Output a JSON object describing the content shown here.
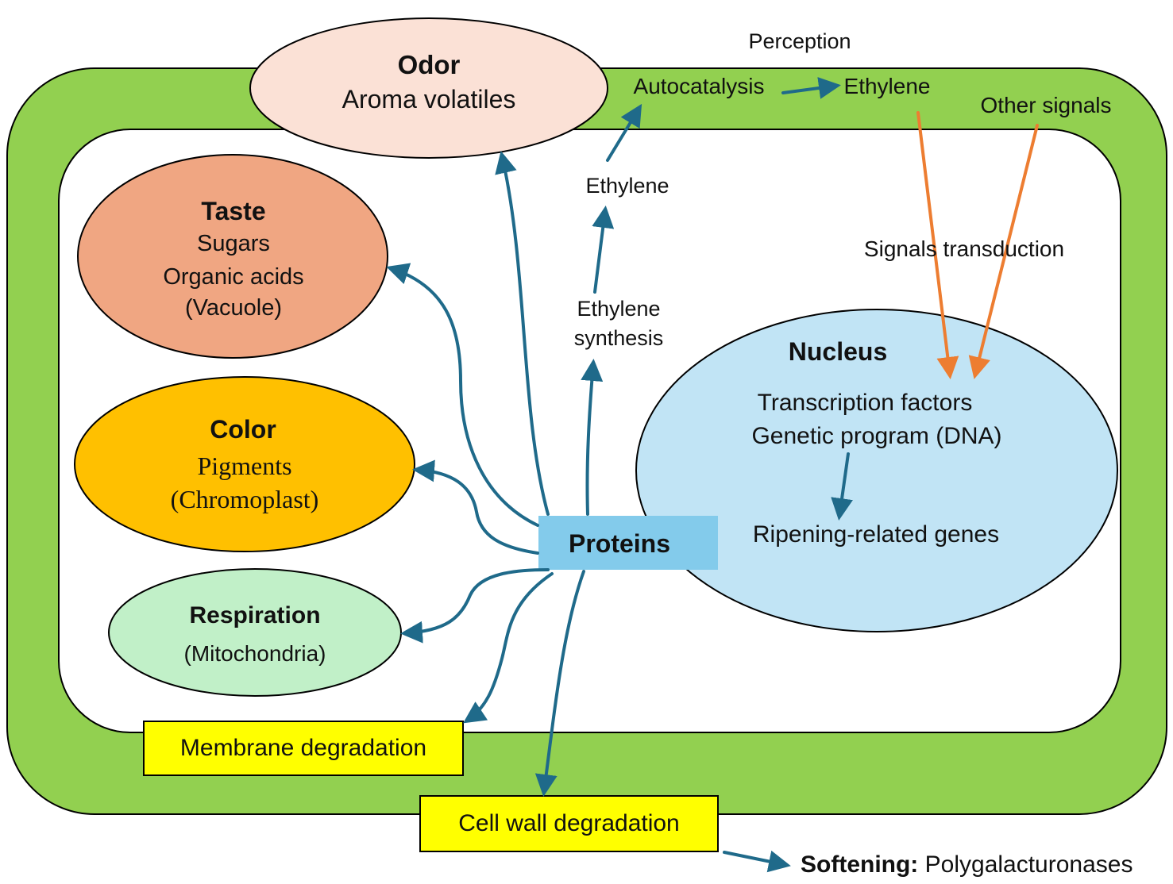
{
  "cell": {
    "wall_color": "#92d050",
    "interior_color": "#ffffff"
  },
  "organelles": {
    "odor": {
      "title": "Odor",
      "line1": "Aroma volatiles",
      "fill": "#fbe1d6"
    },
    "taste": {
      "title": "Taste",
      "line1": "Sugars",
      "line2": "Organic acids",
      "line3": "(Vacuole)",
      "fill": "#f0a682"
    },
    "color": {
      "title": "Color",
      "line1": "Pigments",
      "line2": "(Chromoplast)",
      "fill": "#ffc000"
    },
    "respiration": {
      "title": "Respiration",
      "line1": "(Mitochondria)",
      "fill": "#c1f0c8"
    },
    "nucleus": {
      "title": "Nucleus",
      "line1": "Transcription factors",
      "line2": "Genetic program (DNA)",
      "line3": "Ripening-related genes",
      "fill": "#c1e4f5"
    }
  },
  "proteins": {
    "label": "Proteins",
    "fill": "#83cbeb"
  },
  "degradation": {
    "membrane": {
      "label": "Membrane degradation",
      "fill": "#ffff00"
    },
    "cell_wall": {
      "label": "Cell wall degradation",
      "fill": "#ffff00"
    }
  },
  "ethylene_pathway": {
    "synthesis_line1": "Ethylene",
    "synthesis_line2": "synthesis",
    "ethylene_inner": "Ethylene",
    "autocatalysis": "Autocatalysis",
    "ethylene_outer": "Ethylene",
    "perception": "Perception",
    "other_signals": "Other signals",
    "signals_transduction": "Signals transduction"
  },
  "softening": {
    "bold": "Softening:",
    "rest": " Polygalacturonases"
  },
  "colors": {
    "arrow_blue": "#1f6a8a",
    "arrow_orange": "#ed7d31",
    "outline": "#000000"
  }
}
